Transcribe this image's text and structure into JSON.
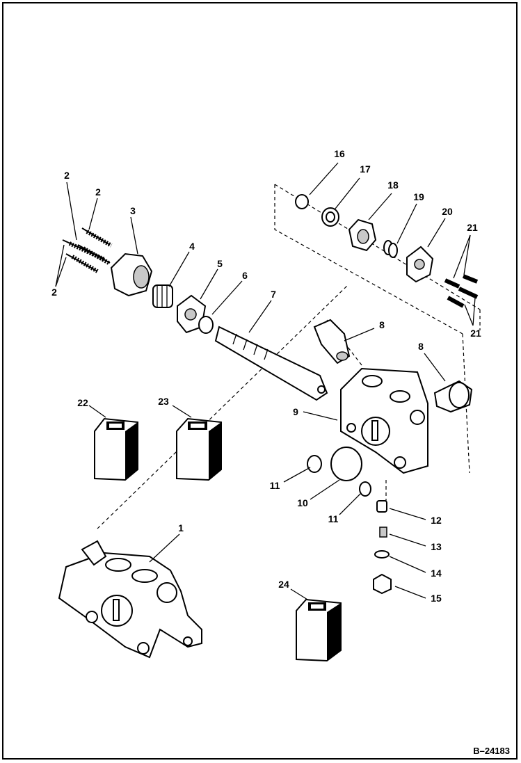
{
  "diagram": {
    "figure_ref": "B–24183",
    "callouts": [
      {
        "id": "c2a",
        "text": "2"
      },
      {
        "id": "c2b",
        "text": "2"
      },
      {
        "id": "c2c",
        "text": "2"
      },
      {
        "id": "c3",
        "text": "3"
      },
      {
        "id": "c4",
        "text": "4"
      },
      {
        "id": "c5",
        "text": "5"
      },
      {
        "id": "c6",
        "text": "6"
      },
      {
        "id": "c7",
        "text": "7"
      },
      {
        "id": "c8a",
        "text": "8"
      },
      {
        "id": "c8b",
        "text": "8"
      },
      {
        "id": "c9",
        "text": "9"
      },
      {
        "id": "c10",
        "text": "10"
      },
      {
        "id": "c11a",
        "text": "11"
      },
      {
        "id": "c11b",
        "text": "11"
      },
      {
        "id": "c12",
        "text": "12"
      },
      {
        "id": "c13",
        "text": "13"
      },
      {
        "id": "c14",
        "text": "14"
      },
      {
        "id": "c15",
        "text": "15"
      },
      {
        "id": "c16",
        "text": "16"
      },
      {
        "id": "c17",
        "text": "17"
      },
      {
        "id": "c18",
        "text": "18"
      },
      {
        "id": "c19",
        "text": "19"
      },
      {
        "id": "c20",
        "text": "20"
      },
      {
        "id": "c21a",
        "text": "21"
      },
      {
        "id": "c21b",
        "text": "21"
      },
      {
        "id": "c22",
        "text": "22"
      },
      {
        "id": "c23",
        "text": "23"
      },
      {
        "id": "c24",
        "text": "24"
      },
      {
        "id": "c1",
        "text": "1"
      }
    ]
  }
}
